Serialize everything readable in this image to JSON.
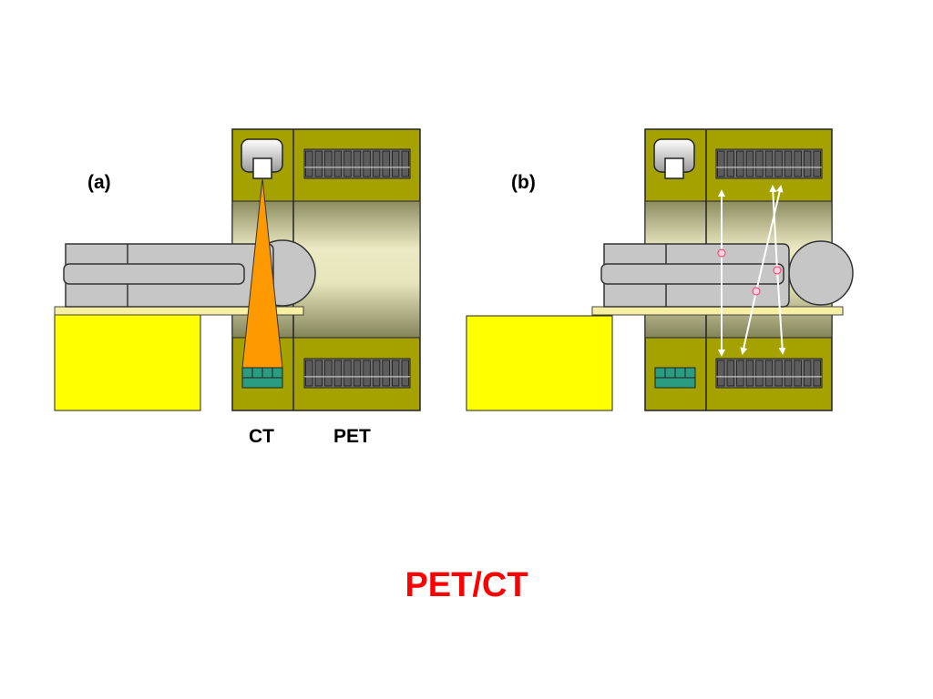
{
  "panels": [
    {
      "label": "(a)",
      "scanner_labels": [
        "CT",
        "PET"
      ]
    },
    {
      "label": "(b)"
    }
  ],
  "title": "PET/CT",
  "colors": {
    "gantry": "#a5a200",
    "bore_light": "#e6e5b9",
    "bore_dark": "#8a8a62",
    "table": "#ffff00",
    "bed": "#f7f0a3",
    "patient": "#c6c6c6",
    "xray_beam": "#ff9900",
    "ct_detector": "#2a9c80",
    "pet_detector": "#707070",
    "annihilation_event": "#ff6699",
    "title": "#ff0000"
  }
}
